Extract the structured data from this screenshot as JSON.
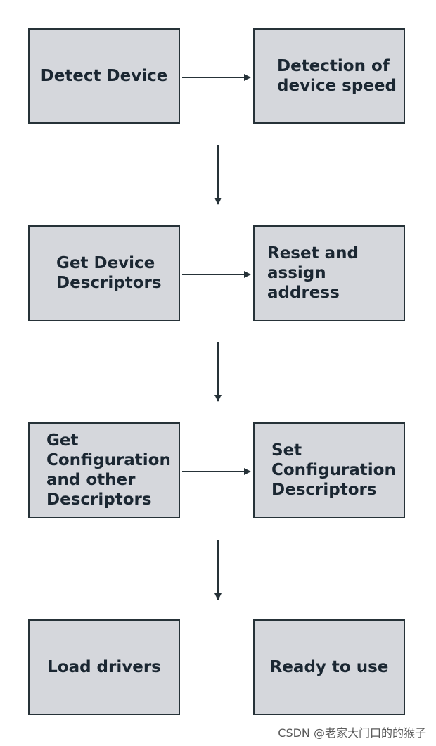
{
  "flow": {
    "detect_device": "Detect Device",
    "detection_of_speed": "Detection of\ndevice speed",
    "get_device_descriptors": "Get Device\nDescriptors",
    "reset_assign_address": "Reset and\nassign address",
    "get_configuration": "Get\nConfiguration\nand other\nDescriptors",
    "set_configuration": "Set\nConfiguration\nDescriptors",
    "load_drivers": "Load drivers",
    "ready_to_use": "Ready to use"
  },
  "watermark": "CSDN @老家大门口的的猴子",
  "colors": {
    "box_fill": "#d5d7dc",
    "box_border": "#263238",
    "text": "#1b2732",
    "arrow": "#263238"
  }
}
